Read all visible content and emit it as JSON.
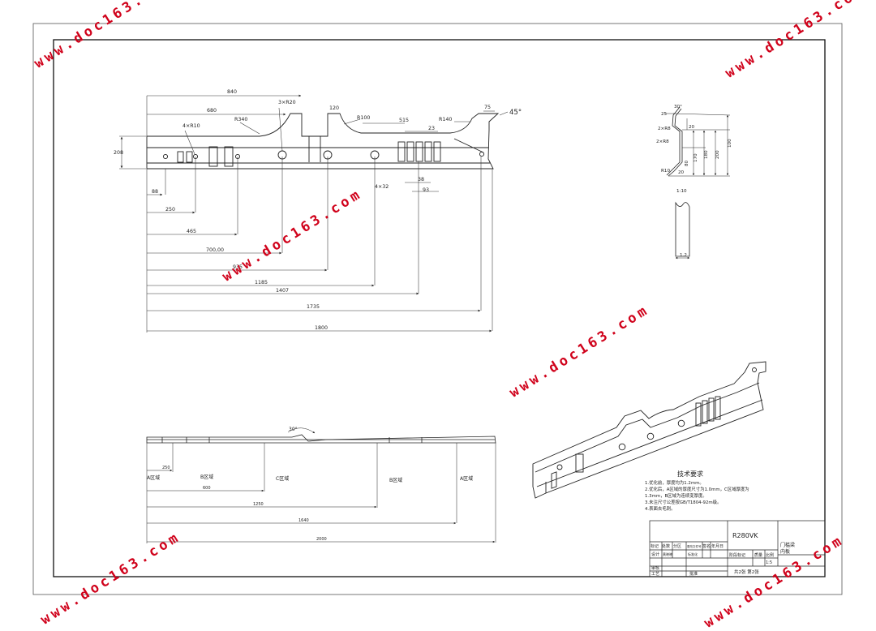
{
  "watermark": "www.doc163.com",
  "main_view": {
    "dims_top": [
      "840",
      "680",
      "3×R20",
      "120",
      "75",
      "45°",
      "R340",
      "R100",
      "515",
      "R140",
      "23"
    ],
    "dim_left": "208",
    "hole_note": "4×R10",
    "slot_note": "4×32",
    "small_dims": [
      "38",
      "93"
    ],
    "dims_bottom": [
      "88",
      "250",
      "465",
      "700,00",
      "935",
      "1185",
      "1407",
      "1735",
      "1800"
    ]
  },
  "section_view": {
    "dims": [
      "30°",
      "25",
      "20",
      "2×R8",
      "2×R8",
      "R10",
      "20",
      "170",
      "180",
      "200",
      "100",
      "80"
    ],
    "scale": "1:10",
    "thickness": "1.2"
  },
  "lower_view": {
    "angle": "30°",
    "zones": [
      "A区域",
      "B区域",
      "C区域",
      "B区域",
      "A区域"
    ],
    "dims": [
      "250",
      "600",
      "1250",
      "1640",
      "2000"
    ]
  },
  "tech": {
    "title": "技术要求",
    "lines": [
      "1.优化前，厚度均为1.2mm。",
      "2.优化后，A区域的厚度尺寸为1.0mm，C区域厚度为",
      "  1.3mm，B区域为连续变厚度。",
      "3.未注尺寸公差按GB/T1804-92m级。",
      "4.表面去毛刺。"
    ]
  },
  "title_block": {
    "drawing_no": "R280VK",
    "part_name_1": "门槛梁",
    "part_name_2": "内板",
    "r1": [
      "标记",
      "处数",
      "分区",
      "更改文件号",
      "签名",
      "年月日"
    ],
    "design": "设计",
    "designer": "黄晓晓",
    "standardize": "标准化",
    "stage": "阶段标记",
    "weight": "质量",
    "scale_lbl": "比例",
    "scale": "1:5",
    "review": "审核",
    "process": "工艺",
    "approve": "批准",
    "sheets": "共2张  第2张"
  }
}
